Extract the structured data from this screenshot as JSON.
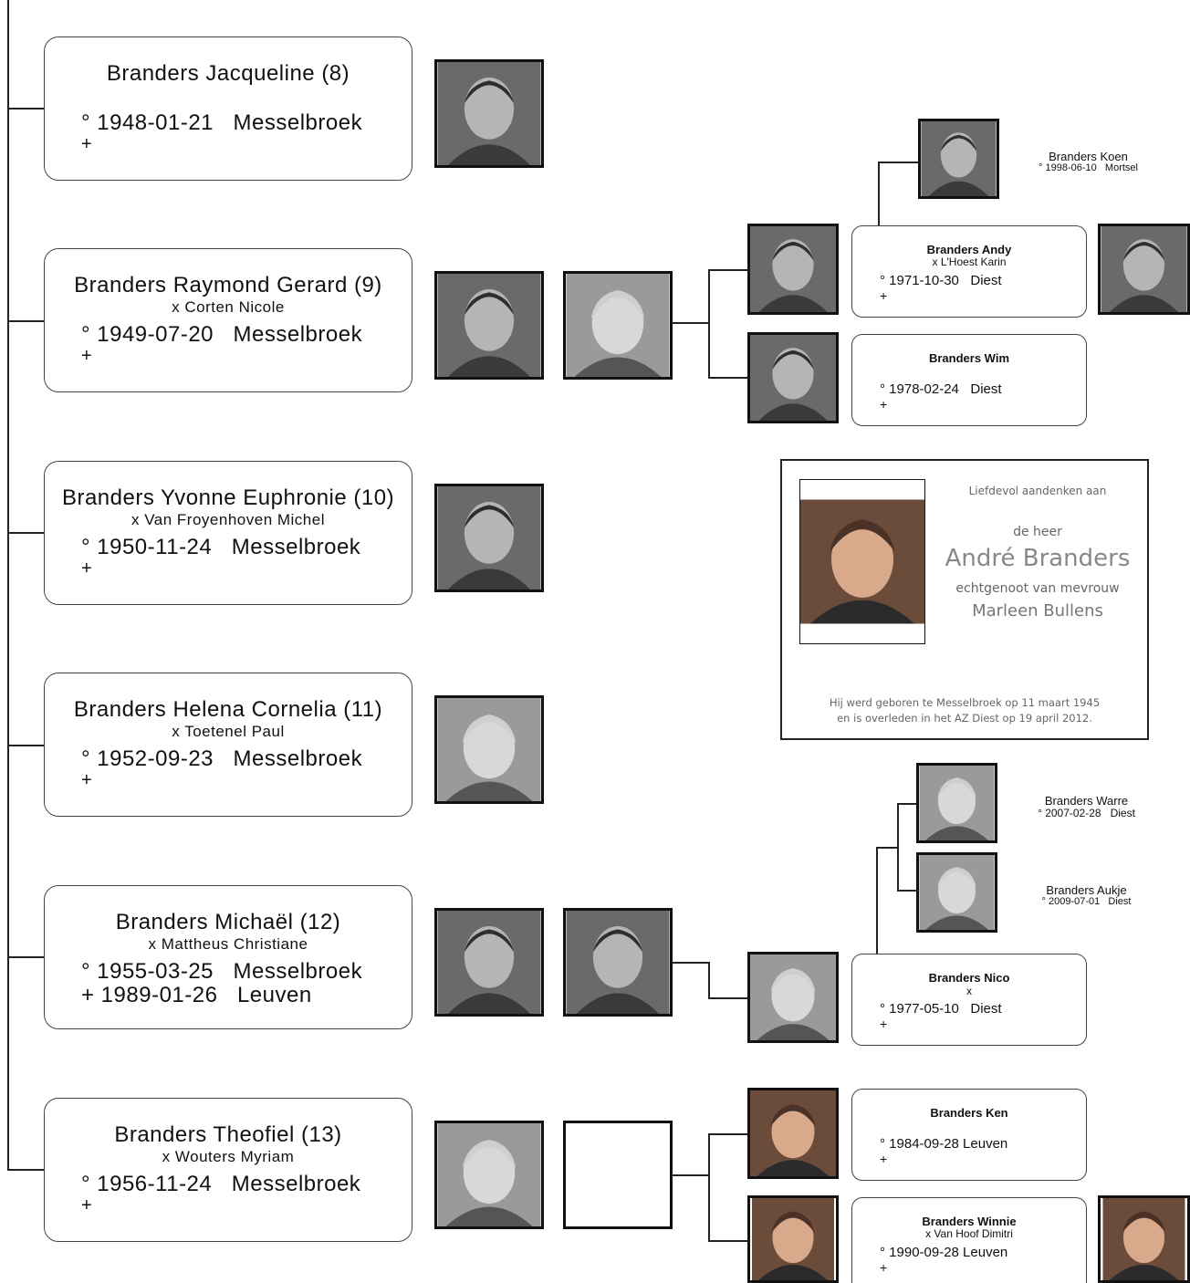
{
  "children": [
    {
      "name": "Branders Jacqueline (8)",
      "spouse": "",
      "birth": "° 1948-01-21   Messelbroek",
      "death": "+"
    },
    {
      "name": "Branders Raymond Gerard (9)",
      "spouse": "x  Corten Nicole",
      "birth": "° 1949-07-20   Messelbroek",
      "death": "+"
    },
    {
      "name": "Branders Yvonne Euphronie (10)",
      "spouse": "x Van Froyenhoven Michel",
      "birth": "° 1950-11-24   Messelbroek",
      "death": "+"
    },
    {
      "name": "Branders Helena Cornelia (11)",
      "spouse": "x  Toetenel Paul",
      "birth": "° 1952-09-23   Messelbroek",
      "death": "+"
    },
    {
      "name": "Branders Michaël (12)",
      "spouse": "x Mattheus Christiane",
      "birth": "° 1955-03-25   Messelbroek",
      "death": "+ 1989-01-26   Leuven"
    },
    {
      "name": "Branders Theofiel (13)",
      "spouse": "x Wouters Myriam",
      "birth": "° 1956-11-24   Messelbroek",
      "death": "+"
    }
  ],
  "grandchildren": [
    {
      "name": "Branders Andy",
      "spouse": "x L'Hoest Karin",
      "birth": "° 1971-10-30   Diest",
      "death": "+"
    },
    {
      "name": "Branders Wim",
      "spouse": "",
      "birth": "° 1978-02-24   Diest",
      "death": "+"
    },
    {
      "name": "Branders Nico",
      "spouse": "x",
      "birth": "° 1977-05-10   Diest",
      "death": "+"
    },
    {
      "name": "Branders Ken",
      "spouse": "",
      "birth": "° 1984-09-28 Leuven",
      "death": "+"
    },
    {
      "name": "Branders Winnie",
      "spouse": "x Van Hoof Dimitri",
      "birth": "° 1990-09-28 Leuven",
      "death": "+"
    }
  ],
  "great_grandchildren": [
    {
      "name": "Branders Koen",
      "sub": "° 1998-06-10   Mortsel"
    },
    {
      "name": "Branders Warre",
      "sub": "° 2007-02-28   Diest"
    },
    {
      "name": "Branders Aukje",
      "sub": "° 2009-07-01   Diest"
    }
  ],
  "memorial": {
    "line1": "Liefdevol aandenken aan",
    "line2": "de heer",
    "name": "André Branders",
    "line3": "echtgenoot van mevrouw",
    "spouse": "Marleen Bullens",
    "foot1": "Hij werd geboren te Messelbroek op 11 maart 1945",
    "foot2": "en is overleden in het AZ Diest op 19 april 2012."
  },
  "colors": {
    "line": "#222222",
    "card_border": "#444444",
    "memorial_text": "#666666",
    "memorial_name": "#888888"
  }
}
